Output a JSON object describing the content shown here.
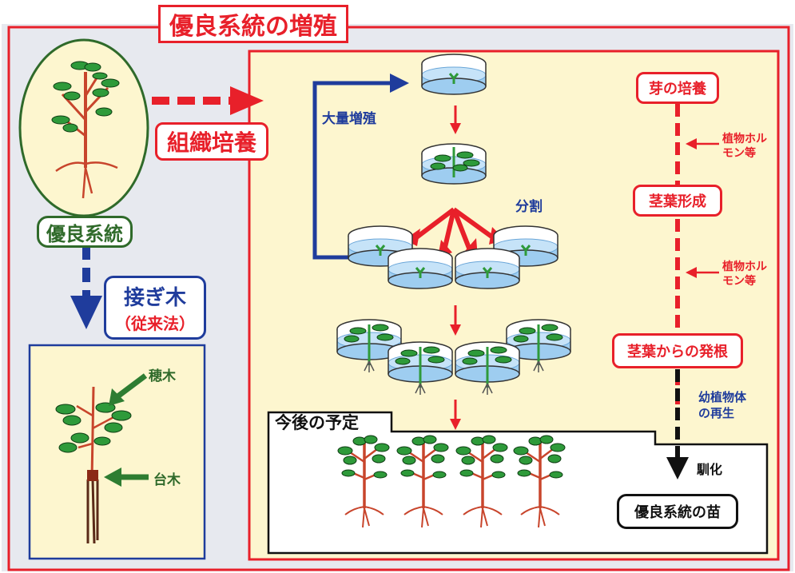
{
  "title": "優良系統の増殖",
  "labels": {
    "elite_line": "優良系統",
    "tissue_culture": "組織培養",
    "mass_propagation": "大量増殖",
    "division": "分割",
    "grafting": "接ぎ木",
    "conventional": "（従来法）",
    "scion": "穂木",
    "rootstock": "台木",
    "future_plan": "今後の予定",
    "bud_culture": "芽の培養",
    "hormone_1": "植物ホル\nモン等",
    "stem_leaf": "茎葉形成",
    "hormone_2": "植物ホル\nモン等",
    "rooting": "茎葉からの発根",
    "regeneration": "幼植物体\nの再生",
    "acclimatization": "馴化",
    "seedling": "優良系統の苗"
  },
  "colors": {
    "red": "#e8202a",
    "blue": "#1f3c9c",
    "green": "#2f6a2a",
    "cream": "#fdf6cf",
    "grey": "#e7e9ef",
    "leaf": "#2e9a3a",
    "stem": "#c8452c",
    "water": "#9ecdf0"
  }
}
